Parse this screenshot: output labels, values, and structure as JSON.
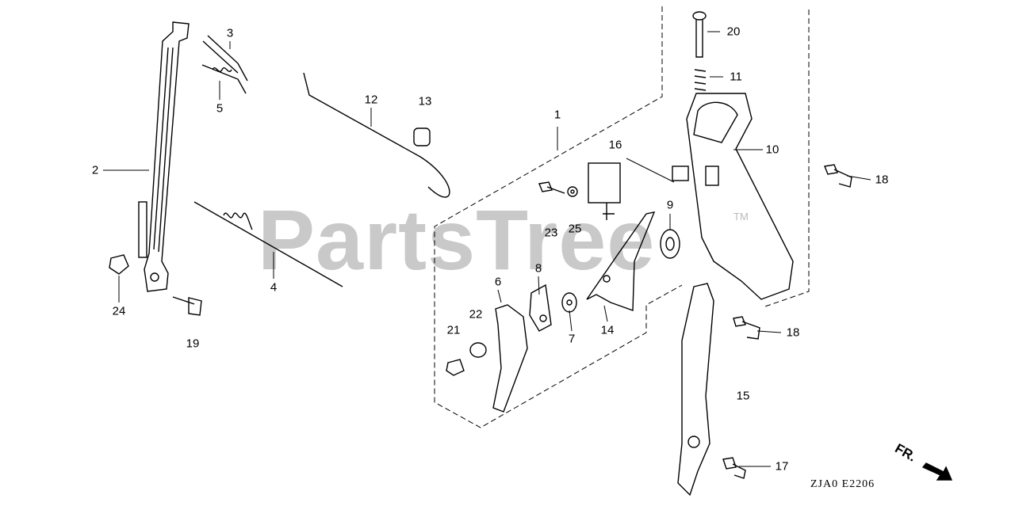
{
  "watermark": "PartsTree",
  "trademark": "TM",
  "diagram_code": "ZJA0  E2206",
  "direction_label": "FR.",
  "callouts": {
    "c1": "1",
    "c2": "2",
    "c3": "3",
    "c4": "4",
    "c5": "5",
    "c6": "6",
    "c7": "7",
    "c8": "8",
    "c9": "9",
    "c10": "10",
    "c11": "11",
    "c12": "12",
    "c13": "13",
    "c14": "14",
    "c15": "15",
    "c16": "16",
    "c17": "17",
    "c18a": "18",
    "c18b": "18",
    "c19": "19",
    "c20": "20",
    "c21": "21",
    "c22": "22",
    "c23": "23",
    "c24": "24",
    "c25": "25"
  }
}
